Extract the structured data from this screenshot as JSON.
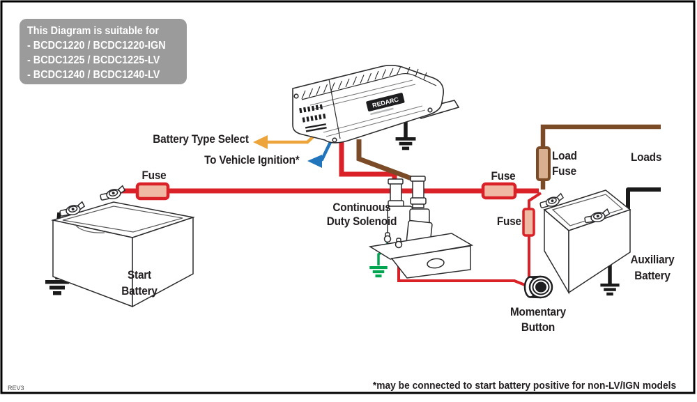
{
  "info_box": {
    "title": "This Diagram is suitable for",
    "models": [
      "- BCDC1220 / BCDC1220-IGN",
      "- BCDC1225 / BCDC1225-LV",
      "- BCDC1240 / BCDC1240-LV"
    ]
  },
  "charger": {
    "brand": "REDARC"
  },
  "labels": {
    "battery_type_select": "Battery Type Select",
    "to_vehicle_ignition": "To Vehicle Ignition*",
    "fuse_left": "Fuse",
    "fuse_right": "Fuse",
    "fuse_aux": "Fuse",
    "load_fuse_line1": "Load",
    "load_fuse_line2": "Fuse",
    "loads": "Loads",
    "solenoid_line1": "Continuous",
    "solenoid_line2": "Duty Solenoid",
    "start_battery_line1": "Start",
    "start_battery_line2": "Battery",
    "auxiliary_battery_line1": "Auxiliary",
    "auxiliary_battery_line2": "Battery",
    "momentary_button_line1": "Momentary",
    "momentary_button_line2": "Button"
  },
  "footnote": "*may be connected to start battery positive for non-LV/IGN models",
  "revision": "REV3",
  "colors": {
    "wire_red": "#d92127",
    "wire_brown": "#7a4b26",
    "wire_orange": "#eda43b",
    "wire_blue": "#2175bc",
    "wire_green": "#00a550",
    "wire_black": "#1a1a1a",
    "fuse_fill": "#f0b9a3",
    "load_fuse_fill": "#d9af91",
    "info_box_bg": "#9b9b9c",
    "text": "#231f20"
  }
}
